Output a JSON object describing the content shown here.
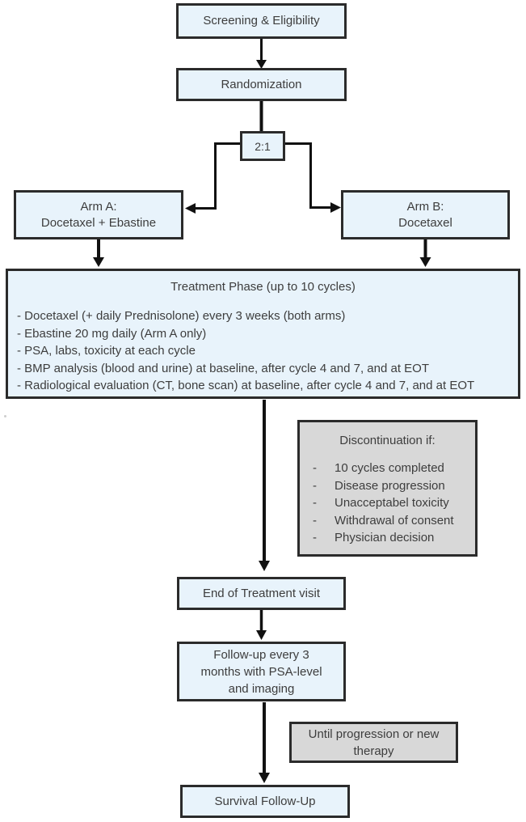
{
  "nodes": {
    "screening": {
      "label": "Screening & Eligibility"
    },
    "randomization": {
      "label": "Randomization"
    },
    "ratio": {
      "label": "2:1"
    },
    "arm_a": {
      "line1": "Arm A:",
      "line2": "Docetaxel + Ebastine"
    },
    "arm_b": {
      "line1": "Arm B:",
      "line2": "Docetaxel"
    },
    "treatment_phase": {
      "title": "Treatment Phase (up to 10 cycles)",
      "items": [
        "- Docetaxel (+ daily Prednisolone) every 3 weeks (both arms)",
        "- Ebastine 20 mg daily (Arm A only)",
        "- PSA, labs, toxicity at each cycle",
        "- BMP analysis (blood and urine) at baseline, after cycle 4 and 7, and at EOT",
        "- Radiological evaluation (CT, bone scan) at baseline, after cycle 4 and 7, and at EOT"
      ]
    },
    "discontinuation": {
      "title": "Discontinuation if:",
      "bullet": "-",
      "items": [
        "10 cycles completed",
        "Disease progression",
        "Unacceptabel toxicity",
        "Withdrawal of consent",
        "Physician decision"
      ]
    },
    "eot": {
      "label": "End of Treatment visit"
    },
    "followup": {
      "line1": "Follow-up every 3",
      "line2": "months with PSA-level",
      "line3": "and imaging"
    },
    "until_progression": {
      "line1": "Until progression or new",
      "line2": "therapy"
    },
    "survival": {
      "label": "Survival Follow-Up"
    }
  },
  "colors": {
    "node_fill": "#e8f3fb",
    "note_fill": "#d8d8d8",
    "border": "#2b2b2b",
    "text": "#3d3d3d",
    "arrow": "#111111"
  }
}
